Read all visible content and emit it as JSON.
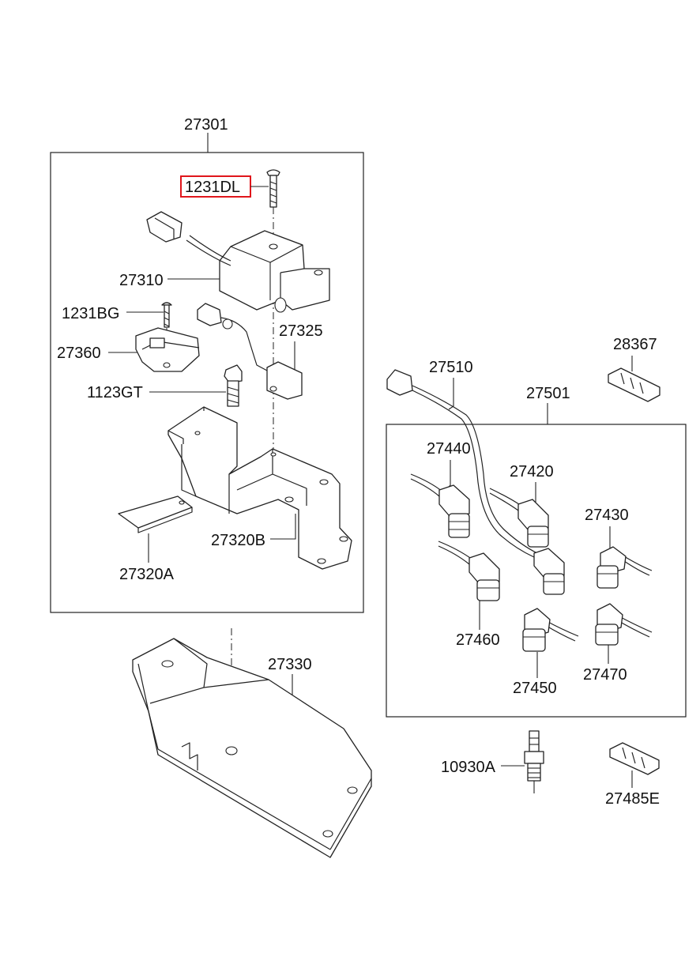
{
  "diagram": {
    "highlighted_part": "1231DL",
    "highlight_color": "#e0151b",
    "labels": {
      "l27301": "27301",
      "l1231DL": "1231DL",
      "l27310": "27310",
      "l1231BG": "1231BG",
      "l27325": "27325",
      "l27360": "27360",
      "l1123GT": "1123GT",
      "l27320B": "27320B",
      "l27320A": "27320A",
      "l27330": "27330",
      "l28367": "28367",
      "l27510": "27510",
      "l27501": "27501",
      "l27440": "27440",
      "l27420": "27420",
      "l27430": "27430",
      "l27460": "27460",
      "l27450": "27450",
      "l27470": "27470",
      "l10930A": "10930A",
      "l27485E": "27485E"
    }
  }
}
